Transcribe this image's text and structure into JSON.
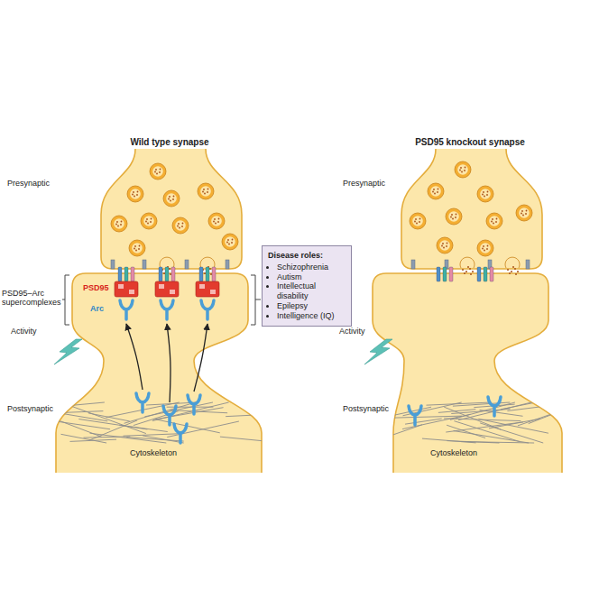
{
  "diagram": {
    "nodes": [
      {
        "text": [
          "Disease roles:",
          "Schizophrenia",
          "Autism",
          "Intellectual disability",
          "Epilepsy",
          "Intelligence (IQ)"
        ]
      }
    ],
    "labels": [
      "Wild type synapse",
      "PSD95 knockout synapse",
      "Presynaptic",
      "Presynaptic",
      "PSD95–Arc supercomplexes",
      "PSD95",
      "Arc",
      "Activity",
      "Activity",
      "Postsynaptic",
      "Postsynaptic",
      "Cytoskeleton",
      "Cytoskeleton"
    ]
  }
}
